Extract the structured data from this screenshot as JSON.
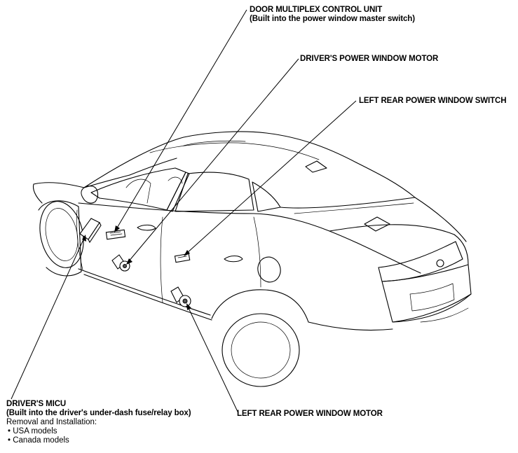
{
  "callouts": {
    "door_multiplex": {
      "title": "DOOR MULTIPLEX CONTROL UNIT",
      "subtitle": "(Built into the power window master switch)"
    },
    "drivers_window_motor": {
      "title": "DRIVER'S POWER WINDOW MOTOR"
    },
    "left_rear_switch": {
      "title": "LEFT REAR POWER WINDOW SWITCH"
    },
    "drivers_micu": {
      "title": "DRIVER'S MICU",
      "subtitle": "(Built into the driver's under-dash fuse/relay box)",
      "note": "Removal and Installation:",
      "items": [
        "USA models",
        "Canada models"
      ]
    },
    "left_rear_motor": {
      "title": "LEFT REAR POWER WINDOW MOTOR"
    }
  }
}
